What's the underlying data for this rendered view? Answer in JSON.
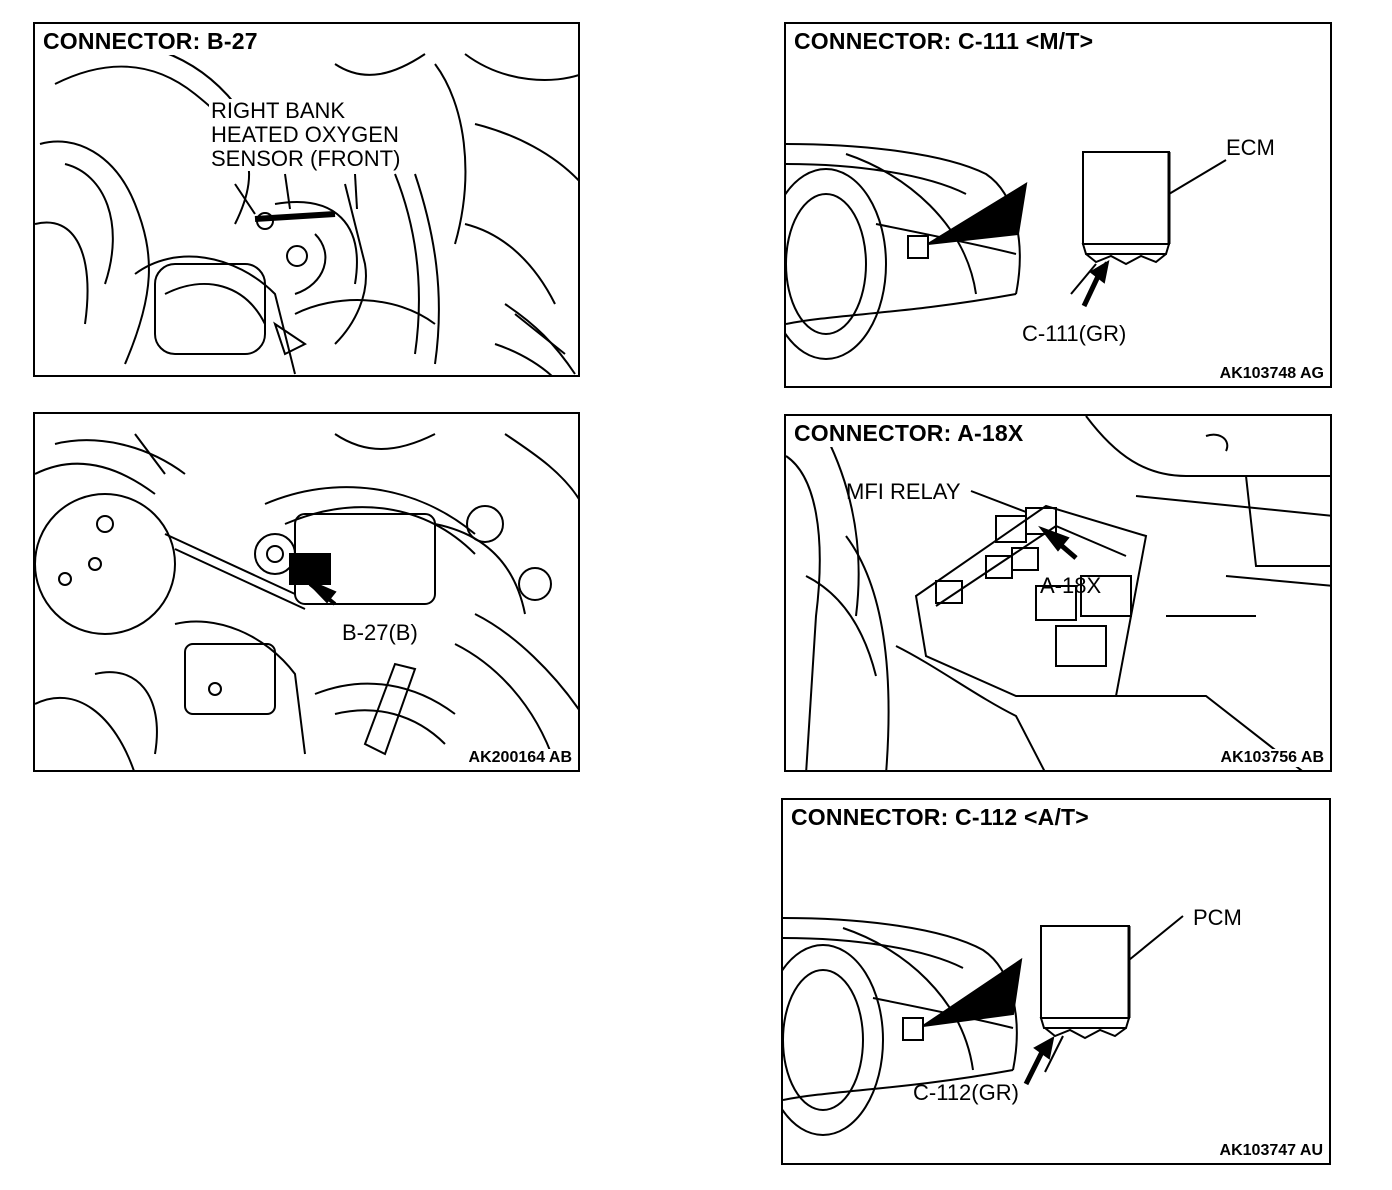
{
  "panels": [
    {
      "id": "b27-top",
      "title": "CONNECTOR: B-27",
      "labels": [
        "RIGHT BANK",
        "HEATED OXYGEN",
        "SENSOR (FRONT)"
      ]
    },
    {
      "id": "b27-bottom",
      "connector_label": "B-27(B)",
      "code": "AK200164 AB"
    },
    {
      "id": "c111",
      "title": "CONNECTOR: C-111 <M/T>",
      "module_label": "ECM",
      "connector_label": "C-111(GR)",
      "code": "AK103748 AG"
    },
    {
      "id": "a18x",
      "title": "CONNECTOR: A-18X",
      "relay_label": "MFI RELAY",
      "connector_label": "A-18X",
      "code": "AK103756 AB"
    },
    {
      "id": "c112",
      "title": "CONNECTOR: C-112 <A/T>",
      "module_label": "PCM",
      "connector_label": "C-112(GR)",
      "code": "AK103747 AU"
    }
  ]
}
